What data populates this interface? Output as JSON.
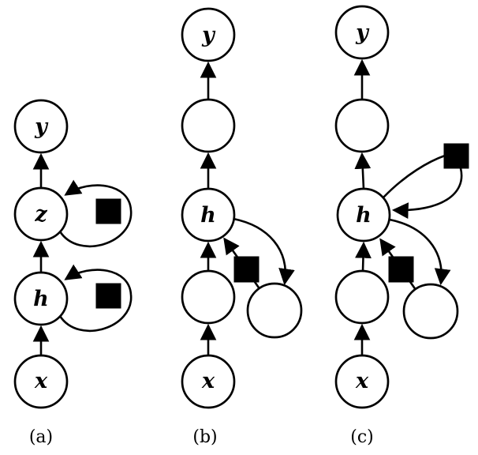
{
  "figure": {
    "title": "Recurrent network depth diagrams",
    "colors": {
      "background": "#ffffff",
      "ink": "#000000",
      "node_fill": "#ffffff"
    },
    "legend": {
      "circle_meaning": "state/variable node",
      "black_square_meaning": "single time-step delay unit",
      "black_square_icon": "delay-square-icon"
    },
    "panels": [
      {
        "id": "a",
        "caption": "(a)",
        "nodes": [
          {
            "id": "x",
            "label": "x",
            "type": "circle"
          },
          {
            "id": "h",
            "label": "h",
            "type": "circle"
          },
          {
            "id": "z",
            "label": "z",
            "type": "circle"
          },
          {
            "id": "y",
            "label": "y",
            "type": "circle"
          },
          {
            "id": "delay-h",
            "label": "",
            "type": "delay-square"
          },
          {
            "id": "delay-z",
            "label": "",
            "type": "delay-square"
          }
        ],
        "edges": [
          {
            "from": "x",
            "to": "h"
          },
          {
            "from": "h",
            "to": "z"
          },
          {
            "from": "z",
            "to": "y"
          },
          {
            "from": "h",
            "to": "h",
            "via": "delay-h"
          },
          {
            "from": "z",
            "to": "z",
            "via": "delay-z"
          }
        ]
      },
      {
        "id": "b",
        "caption": "(b)",
        "nodes": [
          {
            "id": "x",
            "label": "x",
            "type": "circle"
          },
          {
            "id": "hidden-1",
            "label": "",
            "type": "circle"
          },
          {
            "id": "h",
            "label": "h",
            "type": "circle"
          },
          {
            "id": "hidden-2",
            "label": "",
            "type": "circle"
          },
          {
            "id": "y",
            "label": "y",
            "type": "circle"
          },
          {
            "id": "w",
            "label": "",
            "type": "circle"
          },
          {
            "id": "delay",
            "label": "",
            "type": "delay-square"
          }
        ],
        "edges": [
          {
            "from": "x",
            "to": "hidden-1"
          },
          {
            "from": "hidden-1",
            "to": "h"
          },
          {
            "from": "h",
            "to": "hidden-2"
          },
          {
            "from": "hidden-2",
            "to": "y"
          },
          {
            "from": "h",
            "to": "w"
          },
          {
            "from": "w",
            "to": "h",
            "via": "delay"
          }
        ]
      },
      {
        "id": "c",
        "caption": "(c)",
        "nodes": [
          {
            "id": "x",
            "label": "x",
            "type": "circle"
          },
          {
            "id": "hidden-1",
            "label": "",
            "type": "circle"
          },
          {
            "id": "h",
            "label": "h",
            "type": "circle"
          },
          {
            "id": "hidden-2",
            "label": "",
            "type": "circle"
          },
          {
            "id": "y",
            "label": "y",
            "type": "circle"
          },
          {
            "id": "w",
            "label": "",
            "type": "circle"
          },
          {
            "id": "delay",
            "label": "",
            "type": "delay-square"
          },
          {
            "id": "skip-delay",
            "label": "",
            "type": "delay-square"
          }
        ],
        "edges": [
          {
            "from": "x",
            "to": "hidden-1"
          },
          {
            "from": "hidden-1",
            "to": "h"
          },
          {
            "from": "h",
            "to": "hidden-2"
          },
          {
            "from": "hidden-2",
            "to": "y"
          },
          {
            "from": "h",
            "to": "w"
          },
          {
            "from": "w",
            "to": "h",
            "via": "delay"
          },
          {
            "from": "h",
            "to": "h",
            "via": "skip-delay"
          }
        ]
      }
    ]
  }
}
